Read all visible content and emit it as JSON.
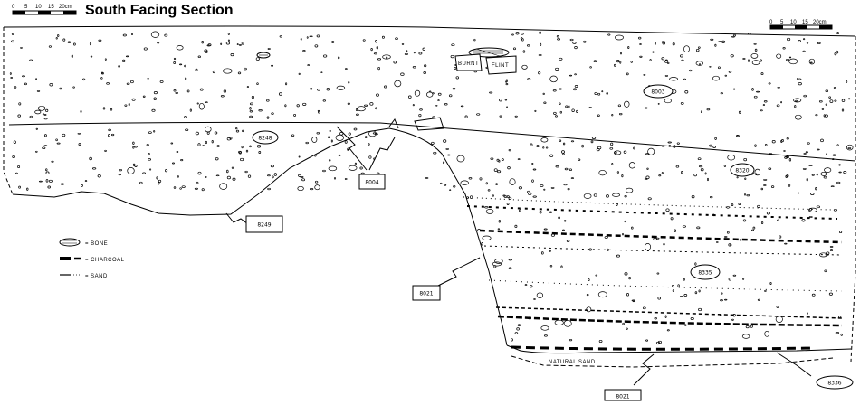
{
  "title": "South Facing Section",
  "scale_bars": [
    {
      "labels": [
        "0",
        "5",
        "10",
        "15",
        "20cm"
      ]
    },
    {
      "labels": [
        "0",
        "5",
        "10",
        "15",
        "20cm"
      ]
    }
  ],
  "contexts": {
    "c8003": "8003",
    "c8248": "8248",
    "c8004": "8004",
    "c8249": "8249",
    "c8320": "8320",
    "c8021a": "8021",
    "c8335": "8335",
    "c8021b": "8021",
    "c8336": "8336"
  },
  "annotations": {
    "burnt_flint_1": "BURNT",
    "burnt_flint_2": "FLINT",
    "natural_sand": "NATURAL SAND"
  },
  "legend": [
    {
      "symbol": "bone-icon",
      "label": "= BONE"
    },
    {
      "symbol": "charcoal-icon",
      "label": "= CHARCOAL"
    },
    {
      "symbol": "sand-icon",
      "label": "= SAND"
    }
  ]
}
